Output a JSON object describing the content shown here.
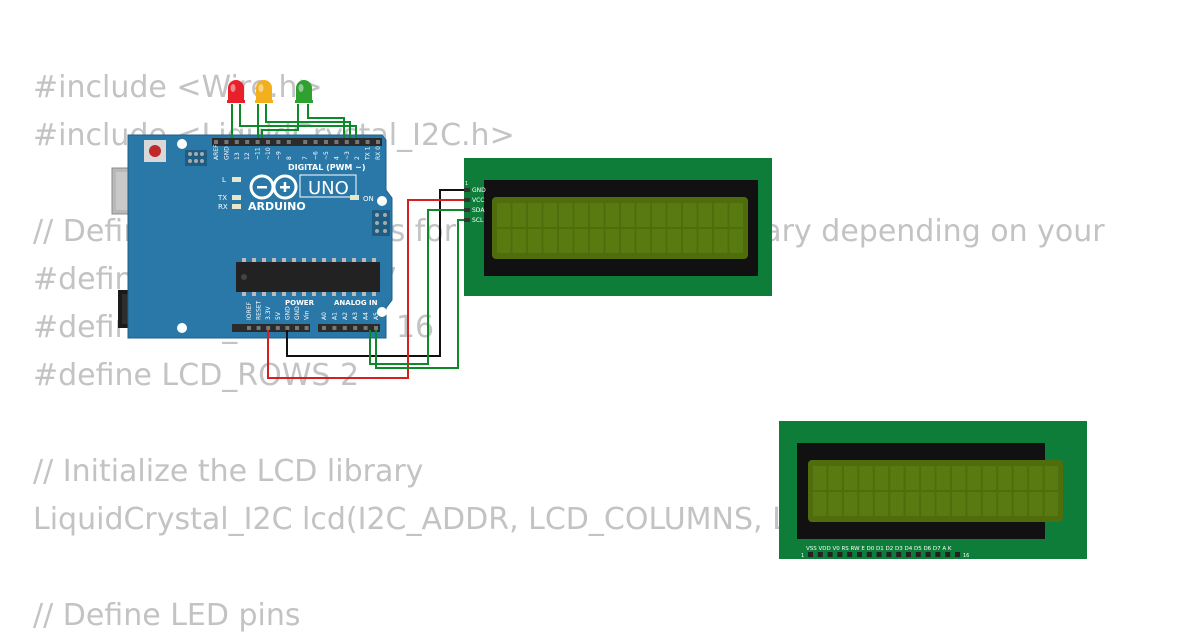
{
  "code_lines": [
    "#include <Wire.h>",
    "#include <LiquidCrystal_I2C.h>",
    "",
    "// Define the I2C address for the LCD (this may vary depending on your",
    "#define I2C_ADDR 0x27",
    "#define LCD_COLUMNS 16",
    "#define LCD_ROWS 2",
    "",
    "// Initialize the LCD library",
    "LiquidCrystal_I2C lcd(I2C_ADDR, LCD_COLUMNS, LCD_ROWS);",
    "",
    "// Define LED pins"
  ],
  "board": {
    "model": "UNO",
    "brand": "ARDUINO",
    "digital_header": "DIGITAL (PWM ~)",
    "power_header": "POWER",
    "analog_header": "ANALOG IN",
    "on_label": "ON",
    "l_label": "L",
    "tx_label": "TX",
    "rx_label": "RX",
    "digital_pins": [
      "AREF",
      "GND",
      "13",
      "12",
      "~11",
      "~10",
      "~9",
      "8",
      "7",
      "~6",
      "~5",
      "4",
      "~3",
      "2",
      "TX 1",
      "RX 0"
    ],
    "power_pins": [
      "IOREF",
      "RESET",
      "3.3V",
      "5V",
      "GND",
      "GND",
      "Vin"
    ],
    "analog_pins": [
      "A0",
      "A1",
      "A2",
      "A3",
      "A4",
      "A5"
    ]
  },
  "lcd_i2c": {
    "pins": [
      "GND",
      "VCC",
      "SDA",
      "SCL"
    ]
  },
  "lcd_parallel": {
    "pins": "VSS VDD V0 RS RW E D0 D1 D2 D3 D4 D5 D6 D7 A K",
    "first": "1",
    "last": "16"
  },
  "leds": [
    {
      "name": "red-led",
      "color": "#e8202a"
    },
    {
      "name": "yellow-led",
      "color": "#f2b01e"
    },
    {
      "name": "green-led",
      "color": "#2fa131"
    }
  ],
  "colors": {
    "board": "#2a78a8",
    "pcb_green": "#0e7d3a",
    "lcd_screen": "#4f6d0c",
    "wire_black": "#111111",
    "wire_red": "#d81e1e",
    "wire_green": "#0c8a2a"
  }
}
